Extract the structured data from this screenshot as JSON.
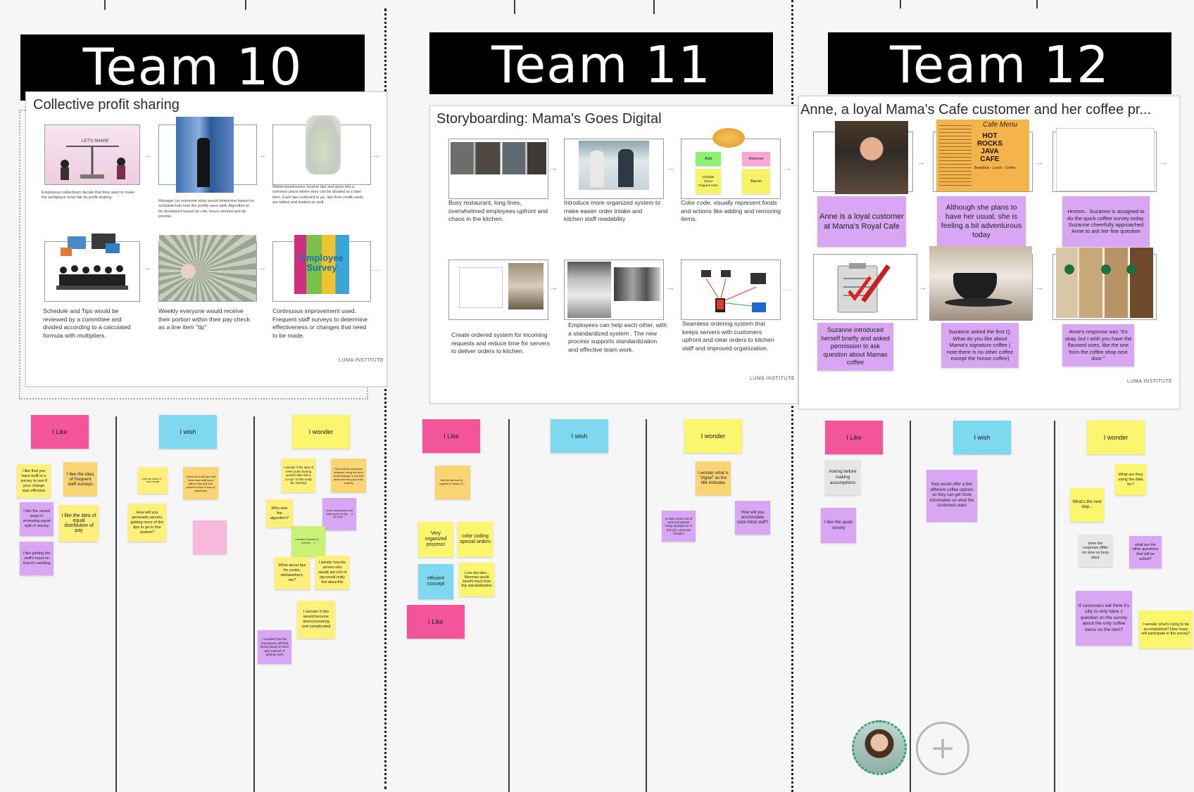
{
  "teams": {
    "t10": {
      "name": "Team 10",
      "sheet_title": "Collective profit sharing",
      "caps": [
        "Employees collectively decide that they want to make the workplace more fair by profit sharing.",
        "Manager (or someone else) would determine based on schedule/role how the profits were split. Algorithm to be developed based on role, hours worked and tip income.",
        "Waiters/waitresses receive tips and goes into a common place where they can be divided at a later time. Cash tips collected in jar, tips from credit cards are tallied and totaled as well.",
        "Schedule and Tips would be reviewed by a committee and divided according to a calculated formula with multipliers.",
        "Weekly everyone would receive their portion within their pay check as a line item \"tip\"",
        "Continuous improvement used. Frequent staff surveys to determine effectiveness or changes that need to be made."
      ],
      "img1_label": "LET'S SHARE",
      "img4_label": "Employee Survey",
      "luma": "LUMA INSTITUTE",
      "stickies": {
        "like": "I Like",
        "wish": "I wish",
        "wonder": "I wonder",
        "like_notes": [
          "I like that you have built in a survey to see if your change was effective",
          "I like the idea of frequent staff surveys",
          "I like the varied steps in reviewing equal split of money",
          "I like the idea of equal distribution of pay",
          "I like getting the staff's input on how it's working"
        ],
        "wish_notes": [
          "I wish we could (?) ... how it works",
          "I wish we could see that there was staff input rather than just one person's idea of how to implement",
          "How will you persuade servers getting more of the tips to go to this system?"
        ],
        "wonder_notes": [
          "I wonder if the idea of FAIR profit sharing would make this a co-op? Is this really 'tip' sharing?",
          "There will be confusion between using the term 'profit sharing' in the first slide and the goal of tip sharing",
          "Who sets the algorithm?",
          "I think would impact wait staff income for tips ... a fair level ...",
          "I wonder if tenure (?) ... with the ... ?",
          "What about tips for cooks, dishwashers, etc?",
          "I wonder how the servers who usually get a lot of tips would really feel about this",
          "I wonder if this would become timeconsuming and complicated",
          "I wonder how the employees will feel being taxed on their tips instead of getting cash"
        ]
      }
    },
    "t11": {
      "name": "Team 11",
      "sheet_title": "Storyboarding: Mama's Goes Digital",
      "caps": [
        "Busy restaurant, long lines, overwhelmed employees upfront and chaos in the kitchen.",
        "Introduce more organized system to make easier order intake and kitchen staff readability",
        "Color code, visually represent foods and actions like adding and removing items.",
        "Create ordered system for incoming requests and reduce time for servers to deliver orders to kitchen.",
        "Employees can help each other, with a standardized system . The new process supports standardization and effective team work.",
        "Seamless ordering system that keeps servers with customers upfront and clear orders to kitchen staff and improved organization."
      ],
      "cc": {
        "add": "Add",
        "remove": "Remove",
        "items": "Cheddar Onion Peppers Ham",
        "bacon": "Bacon"
      },
      "luma": "LUMA INSTITUTE",
      "stickies": {
        "like": "I Like",
        "wish": "I wish",
        "wonder": "I wonder",
        "like2": "I Like",
        "notes_like": [
          "I like the fact that it's ... together in simple (?) ...",
          "Very organized process!",
          "color coding special orders",
          "efficient concept",
          "Love this idea - Mammas would benefit much from this standardization"
        ],
        "notes_wonder": [
          "I wonder what is \"digital\" as the title indicates",
          "How will you accomodate color-blind staff?",
          "Is there some sort of technical system being deployed or is this just a process change?"
        ]
      }
    },
    "t12": {
      "name": "Team 12",
      "sheet_title": "Anne, a loyal Mama's Cafe customer and her coffee pr...",
      "caps": [
        "Anne  is a loyal customer at Mama's Royal Cafe",
        "Although she plans to have her usual, she is feeling a bit adventurous today",
        "Hmmm.. Suzanne is assigned to do the quick coffee survey today. Suzanne cheerfully approached Anne to ask her few question",
        "Suzanne introduced herself briefly and asked permission to ask question about Mamas coffee",
        "Suzanne asked the first Q. What do you like about Mama's signature coffee ( note:there is no other coffee except the house coffee)",
        "Anne's response was \"it's okay, but I wish you have the flavored ones, like the one from the coffee shop next door \""
      ],
      "menu": {
        "title": "Cafe Menu",
        "sub": "HOT ROCKS JAVA CAFE",
        "bl": "Breakfast - Lunch - Coffee"
      },
      "luma": "LUMA INSTITUTE",
      "stickies": {
        "like": "I Like",
        "wish": "I wish",
        "wonder": "I wonder",
        "like_notes": [
          "Asking before making assumptions",
          "I like the quick survey"
        ],
        "wish_notes": [
          "they would offer a few different coffee options so they can get more information on what the customers want"
        ],
        "wonder_notes": [
          "What are they using the data for?",
          "What's the next step...",
          "does the response differ on slow vs busy days",
          "what are the other questions that will be asked?",
          "If customers will think it's silly to only have 1 question on the survey about the only coffee menu on the item?",
          "I wonder what's trying to be accomplished? How many will participate in the survey?"
        ]
      }
    }
  },
  "icons": {
    "add": "plus-circle-icon",
    "avatar": "user-avatar"
  },
  "colors": {
    "pink": "#f2559a",
    "cyan": "#7ed8ef",
    "yellow": "#fbf66d",
    "purple": "#d9a6f4",
    "orange": "#fbd574",
    "banner": "#000000"
  }
}
